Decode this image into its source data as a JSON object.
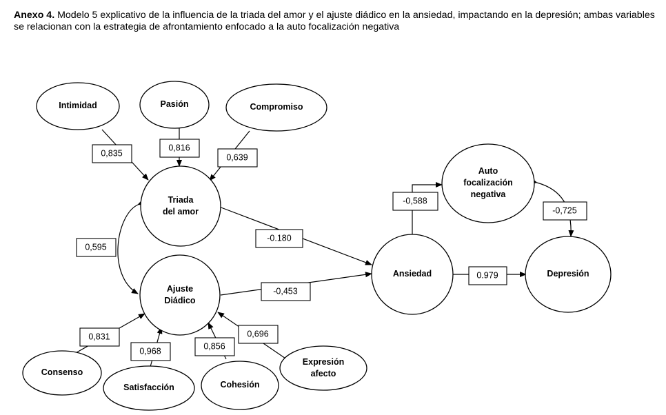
{
  "caption": {
    "prefix": "Anexo 4.",
    "text": " Modelo 5 explicativo de la influencia de la triada del amor y el ajuste diádico en la ansiedad, impactando en la depresión; ambas variables se relacionan con la estrategia de afrontamiento enfocado a la auto focalización negativa"
  },
  "nodes": {
    "intimidad": [
      "Intimidad"
    ],
    "pasion": [
      "Pasión"
    ],
    "compromiso": [
      "Compromiso"
    ],
    "triada": [
      "Triada",
      "del amor"
    ],
    "ajuste": [
      "Ajuste",
      "Diádico"
    ],
    "consenso": [
      "Consenso"
    ],
    "satisfaccion": [
      "Satisfacción"
    ],
    "cohesion": [
      "Cohesión"
    ],
    "expresion": [
      "Expresión",
      "afecto"
    ],
    "ansiedad": [
      "Ansiedad"
    ],
    "depresion": [
      "Depresión"
    ],
    "auto": [
      "Auto",
      "focalización",
      "negativa"
    ]
  },
  "coefficients": {
    "intimidad_triada": "0,835",
    "pasion_triada": "0,816",
    "compromiso_triada": "0,639",
    "triada_ajuste": "0,595",
    "consenso_ajuste": "0,831",
    "satisfaccion_ajuste": "0,968",
    "cohesion_ajuste": "0,856",
    "expresion_ajuste": "0,696",
    "triada_ansiedad": "-0.180",
    "ajuste_ansiedad": "-0,453",
    "ansiedad_depresion": "0.979",
    "ansiedad_auto": "-0,588",
    "auto_depresion": "-0,725"
  }
}
